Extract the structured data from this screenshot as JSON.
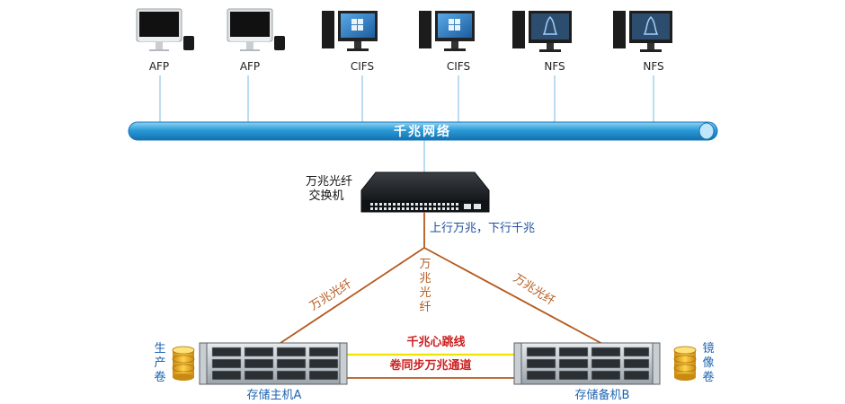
{
  "clients": [
    {
      "label": "AFP",
      "os": "apple-icon"
    },
    {
      "label": "AFP",
      "os": "apple-icon"
    },
    {
      "label": "CIFS",
      "os": "windows-icon"
    },
    {
      "label": "CIFS",
      "os": "windows-icon"
    },
    {
      "label": "NFS",
      "os": "linux-penguin-icon"
    },
    {
      "label": "NFS",
      "os": "linux-penguin-icon"
    }
  ],
  "network": {
    "label": "千兆网络"
  },
  "switch": {
    "label_line1": "万兆光纤",
    "label_line2": "交换机",
    "uplink_note": "上行万兆，下行千兆"
  },
  "links": {
    "left_fiber": "万兆光纤",
    "right_fiber": "万兆光纤",
    "center_fiber_chars": [
      "万",
      "兆",
      "光",
      "纤"
    ],
    "heartbeat": "千兆心跳线",
    "sync_channel": "卷同步万兆通道"
  },
  "storage": {
    "primary": {
      "label": "存储主机A",
      "volume_chars": [
        "生",
        "产",
        "卷"
      ]
    },
    "backup": {
      "label": "存储备机B",
      "volume_chars": [
        "镜",
        "像",
        "卷"
      ]
    }
  },
  "colors": {
    "accent_blue": "#1a86c8",
    "fiber_brown": "#b45a1e",
    "heartbeat_yellow": "#f2e200",
    "sync_red": "#cc1f1f",
    "label_blue": "#1d63b0"
  }
}
